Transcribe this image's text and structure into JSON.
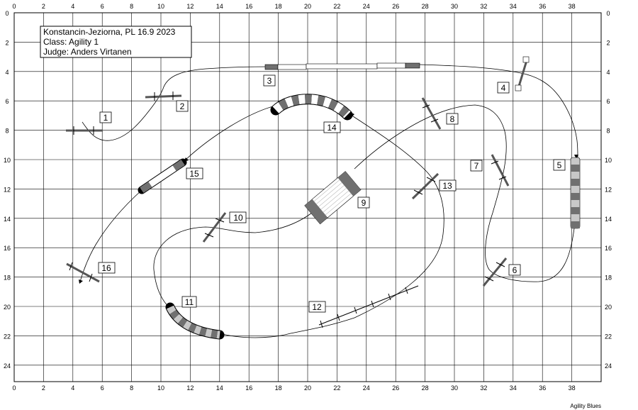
{
  "course": {
    "location_line": "Konstancin-Jeziorna, PL 16.9 2023",
    "class_line": "Class: Agility 1",
    "judge_line": "Judge: Anders Virtanen"
  },
  "credit": "Agility Blues",
  "axes": {
    "x_ticks": [
      "0",
      "2",
      "4",
      "6",
      "8",
      "10",
      "12",
      "14",
      "16",
      "18",
      "20",
      "22",
      "24",
      "26",
      "28",
      "30",
      "32",
      "34",
      "36",
      "38"
    ],
    "y_ticks": [
      "0",
      "2",
      "4",
      "6",
      "8",
      "10",
      "12",
      "14",
      "16",
      "18",
      "20",
      "22",
      "24"
    ]
  },
  "obstacles": [
    {
      "number": "1",
      "kind": "jump"
    },
    {
      "number": "2",
      "kind": "jump"
    },
    {
      "number": "3",
      "kind": "dogwalk"
    },
    {
      "number": "4",
      "kind": "jump"
    },
    {
      "number": "5",
      "kind": "tunnel"
    },
    {
      "number": "6",
      "kind": "jump"
    },
    {
      "number": "7",
      "kind": "jump"
    },
    {
      "number": "8",
      "kind": "jump"
    },
    {
      "number": "9",
      "kind": "aframe"
    },
    {
      "number": "10",
      "kind": "jump"
    },
    {
      "number": "11",
      "kind": "tunnel"
    },
    {
      "number": "12",
      "kind": "weave"
    },
    {
      "number": "13",
      "kind": "jump"
    },
    {
      "number": "14",
      "kind": "tunnel"
    },
    {
      "number": "15",
      "kind": "tunnel"
    },
    {
      "number": "16",
      "kind": "jump"
    }
  ],
  "colors": {
    "grid": "#000000",
    "obstacle_dark": "#707070",
    "obstacle_light": "#c8c8c8",
    "path": "#000000"
  }
}
